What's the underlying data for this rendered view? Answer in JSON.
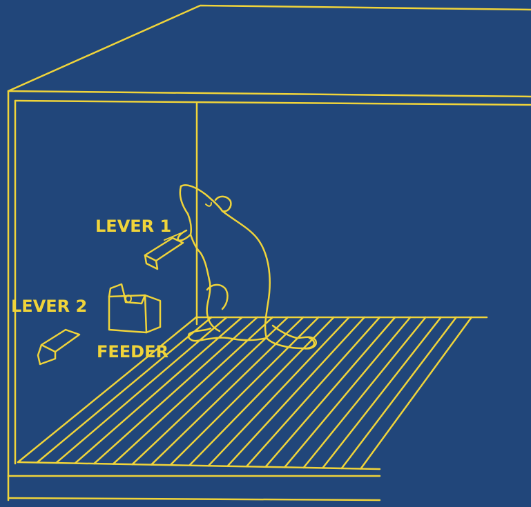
{
  "colors": {
    "background": "#21467a",
    "line": "#f0d43a"
  },
  "labels": {
    "lever1": "LEVER 1",
    "lever2": "LEVER 2",
    "feeder": "FEEDER"
  }
}
